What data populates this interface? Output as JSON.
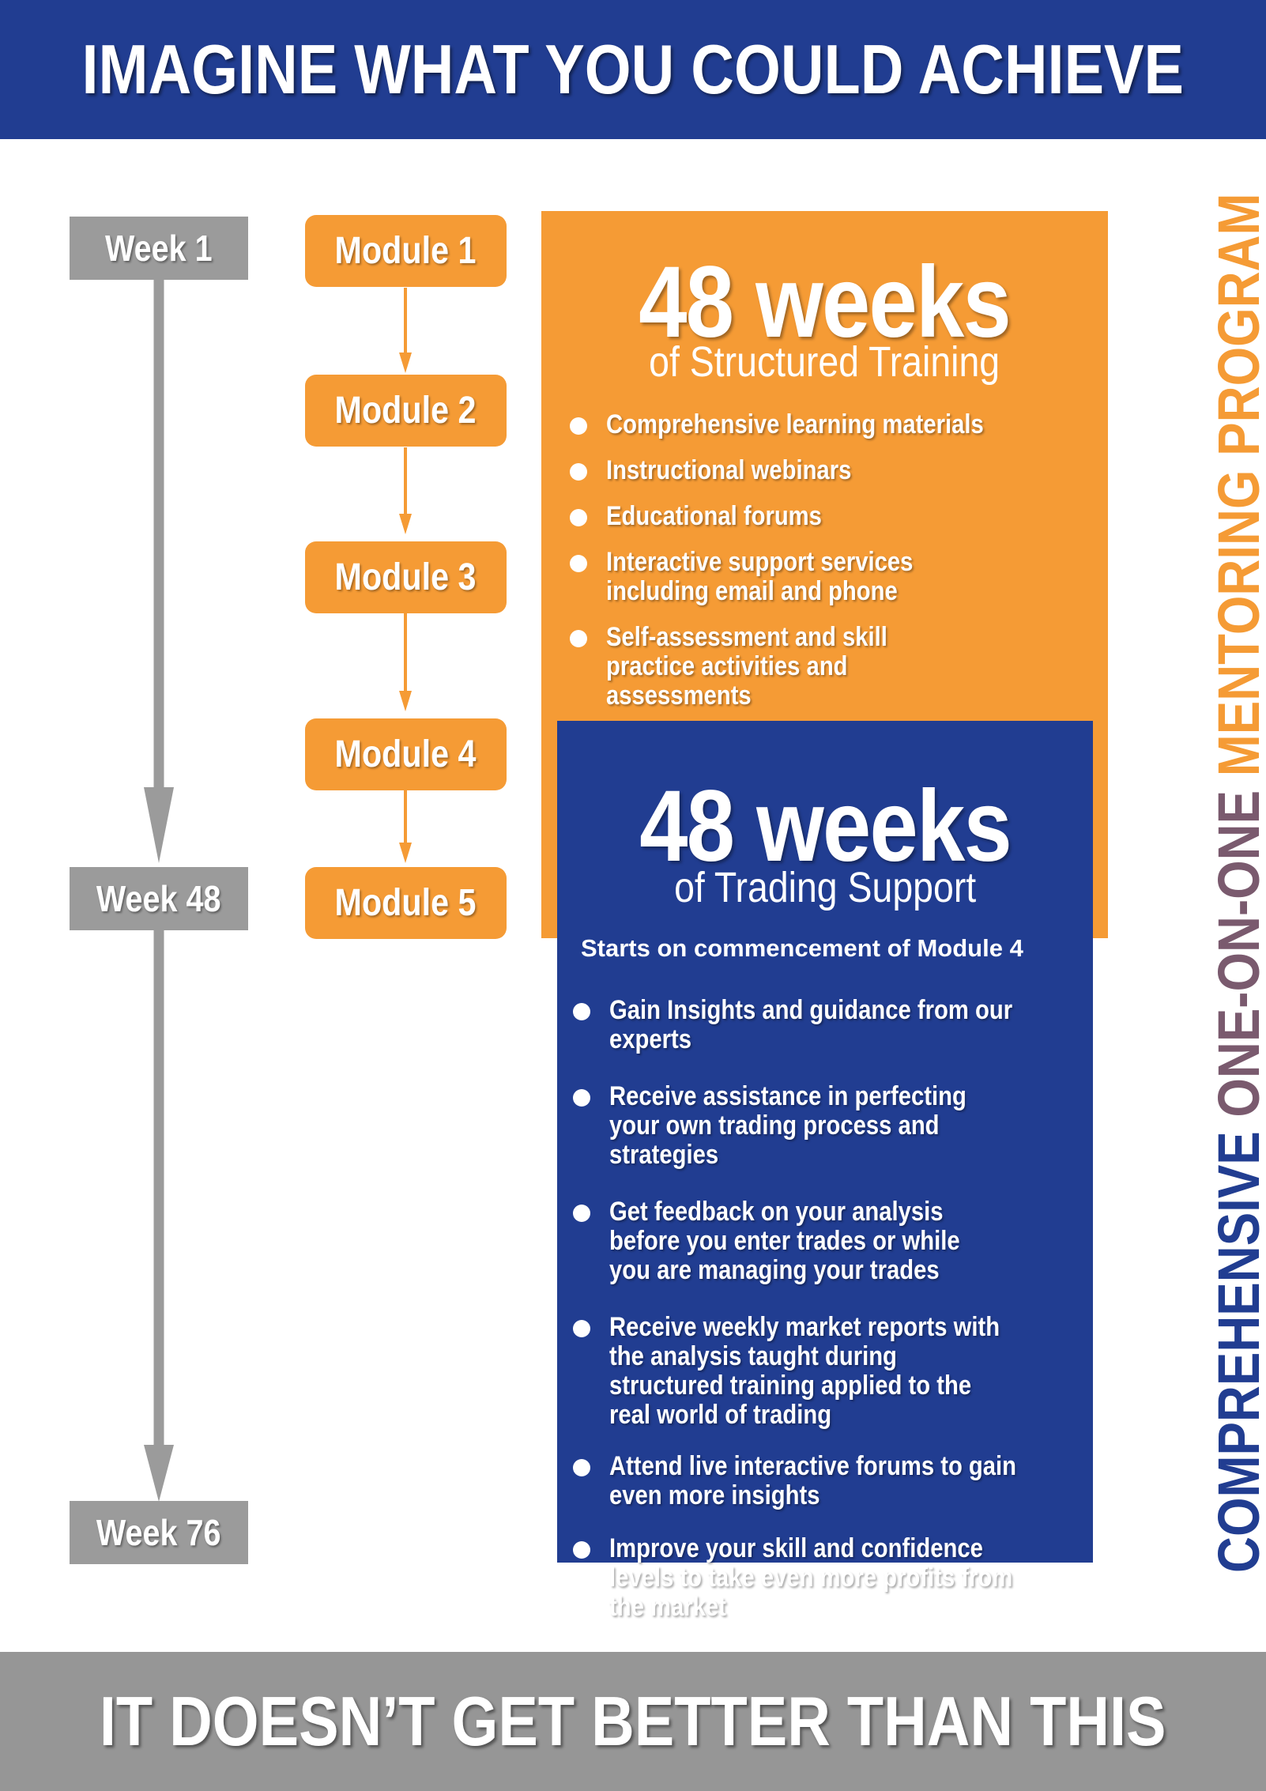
{
  "header": {
    "title": "IMAGINE WHAT YOU COULD ACHIEVE"
  },
  "footer": {
    "tagline": "IT DOESN’T GET BETTER THAN THIS"
  },
  "weeks": [
    "Week 1",
    "Week 48",
    "Week 76"
  ],
  "modules": [
    "Module 1",
    "Module 2",
    "Module 3",
    "Module 4",
    "Module 5"
  ],
  "training": {
    "big": "48 weeks",
    "sub": "of Structured Training",
    "bullets": [
      "Comprehensive learning materials",
      "Instructional webinars",
      "Educational forums",
      "Interactive support services including email and phone",
      "Self-assessment and skill practice activities and assessments"
    ]
  },
  "support": {
    "big": "48 weeks",
    "sub": "of Trading Support",
    "starts": "Starts on commencement of Module 4",
    "bullets": [
      "Gain Insights and guidance from our experts",
      "Receive assistance in perfecting your own trading process and strategies",
      "Get feedback on your analysis before you enter trades or while you are managing your trades",
      "Receive weekly market reports with the analysis taught during structured training applied to the real world of trading",
      "Attend live interactive forums to gain even more insights",
      "Improve your skill and confidence levels to take even more profits from the market"
    ]
  },
  "side_title": {
    "part1": "COMPREHENSIVE ",
    "part2": "ONE-ON-ONE ",
    "part3": "MENTORING PROGRAM"
  },
  "colors": {
    "navy": "#213d91",
    "orange": "#f59b35",
    "gray": "#9b9b9b",
    "footer_gray": "#969696"
  }
}
